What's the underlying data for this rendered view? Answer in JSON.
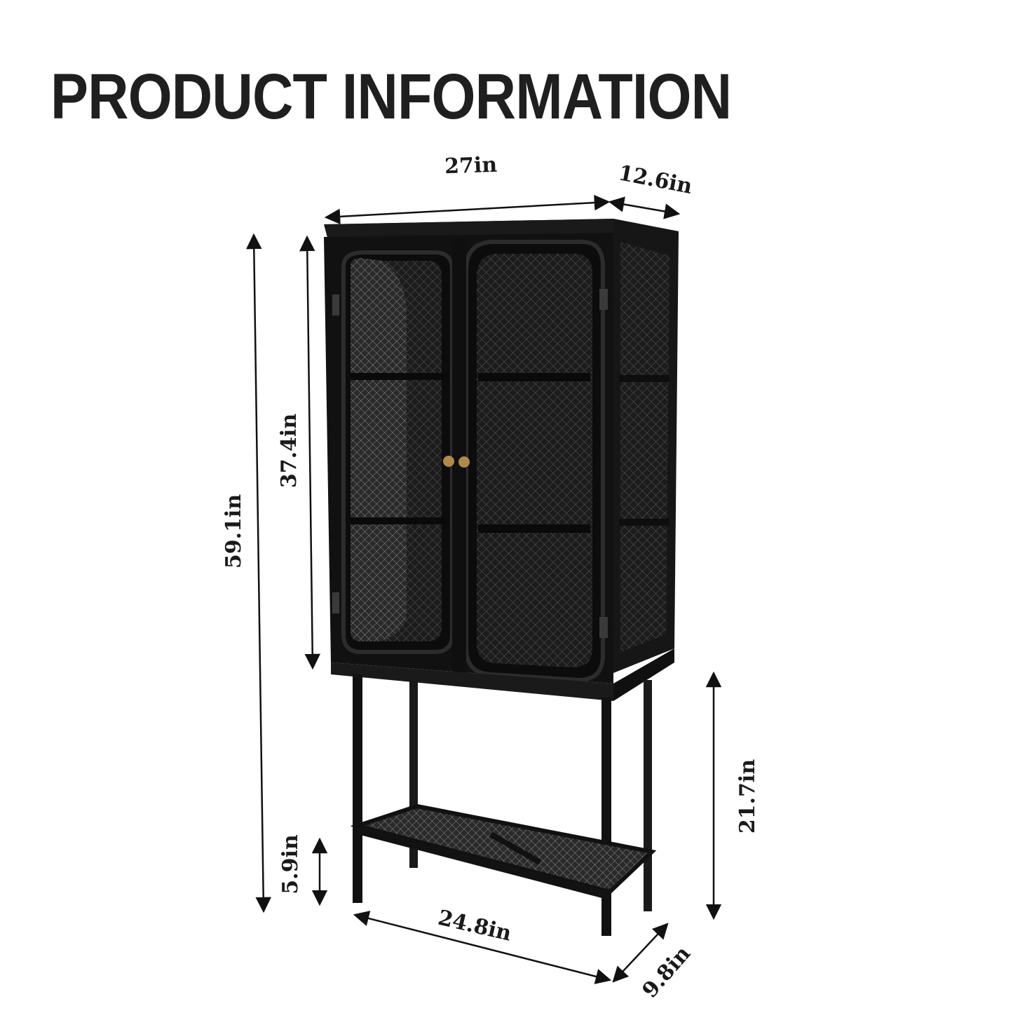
{
  "title": "PRODUCT INFORMATION",
  "dimensions": {
    "width_top": "27in",
    "depth_top": "12.6in",
    "total_height": "59.1in",
    "cabinet_height": "37.4in",
    "leg_height": "21.7in",
    "shelf_clearance": "5.9in",
    "width_bottom": "24.8in",
    "depth_bottom": "9.8in"
  },
  "colors": {
    "title": "#1f1f1f",
    "cabinet": "#141414",
    "knob": "#b08a4a"
  }
}
